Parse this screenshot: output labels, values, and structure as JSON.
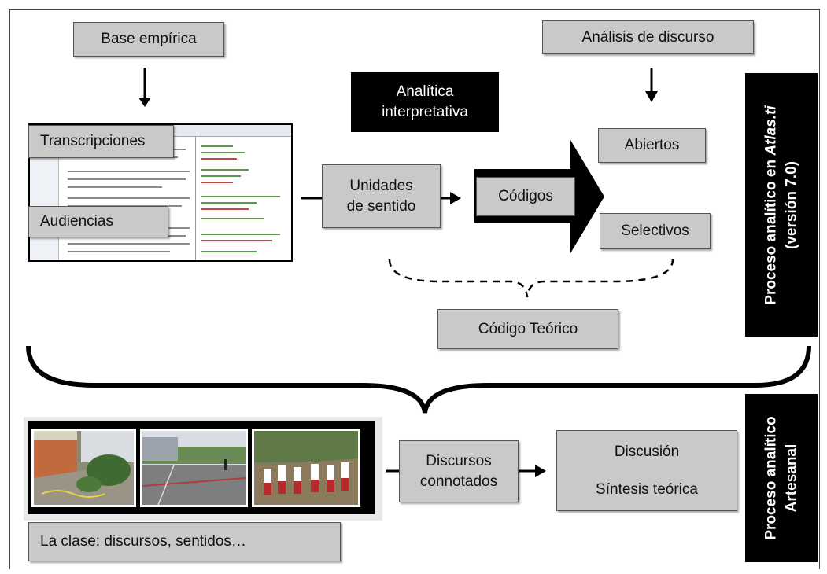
{
  "boxes": {
    "base_empirica": "Base empírica",
    "analisis_discurso": "Análisis de discurso",
    "analitica_line1": "Analítica",
    "analitica_line2": "interpretativa",
    "transcripciones": "Transcripciones",
    "audiencias": "Audiencias",
    "unidades_line1": "Unidades",
    "unidades_line2": "de sentido",
    "codigos": "Códigos",
    "abiertos": "Abiertos",
    "selectivos": "Selectivos",
    "codigo_teorico": "Código Teórico",
    "discursos_line1": "Discursos",
    "discursos_line2": "connotados",
    "discusion": "Discusión",
    "sintesis": "Síntesis teórica",
    "la_clase": "La clase: discursos, sentidos…"
  },
  "side_labels": {
    "atlas_line1_pre": "Proceso analítico en ",
    "atlas_line1_em": "Atlas.ti",
    "atlas_line2": "(versión 7.0)",
    "artesanal_line1": "Proceso analítico",
    "artesanal_line2": "Artesanal"
  },
  "colors": {
    "box_fill": "#c9c9c9",
    "dark_fill": "#000000",
    "dark_text": "#ffffff"
  }
}
